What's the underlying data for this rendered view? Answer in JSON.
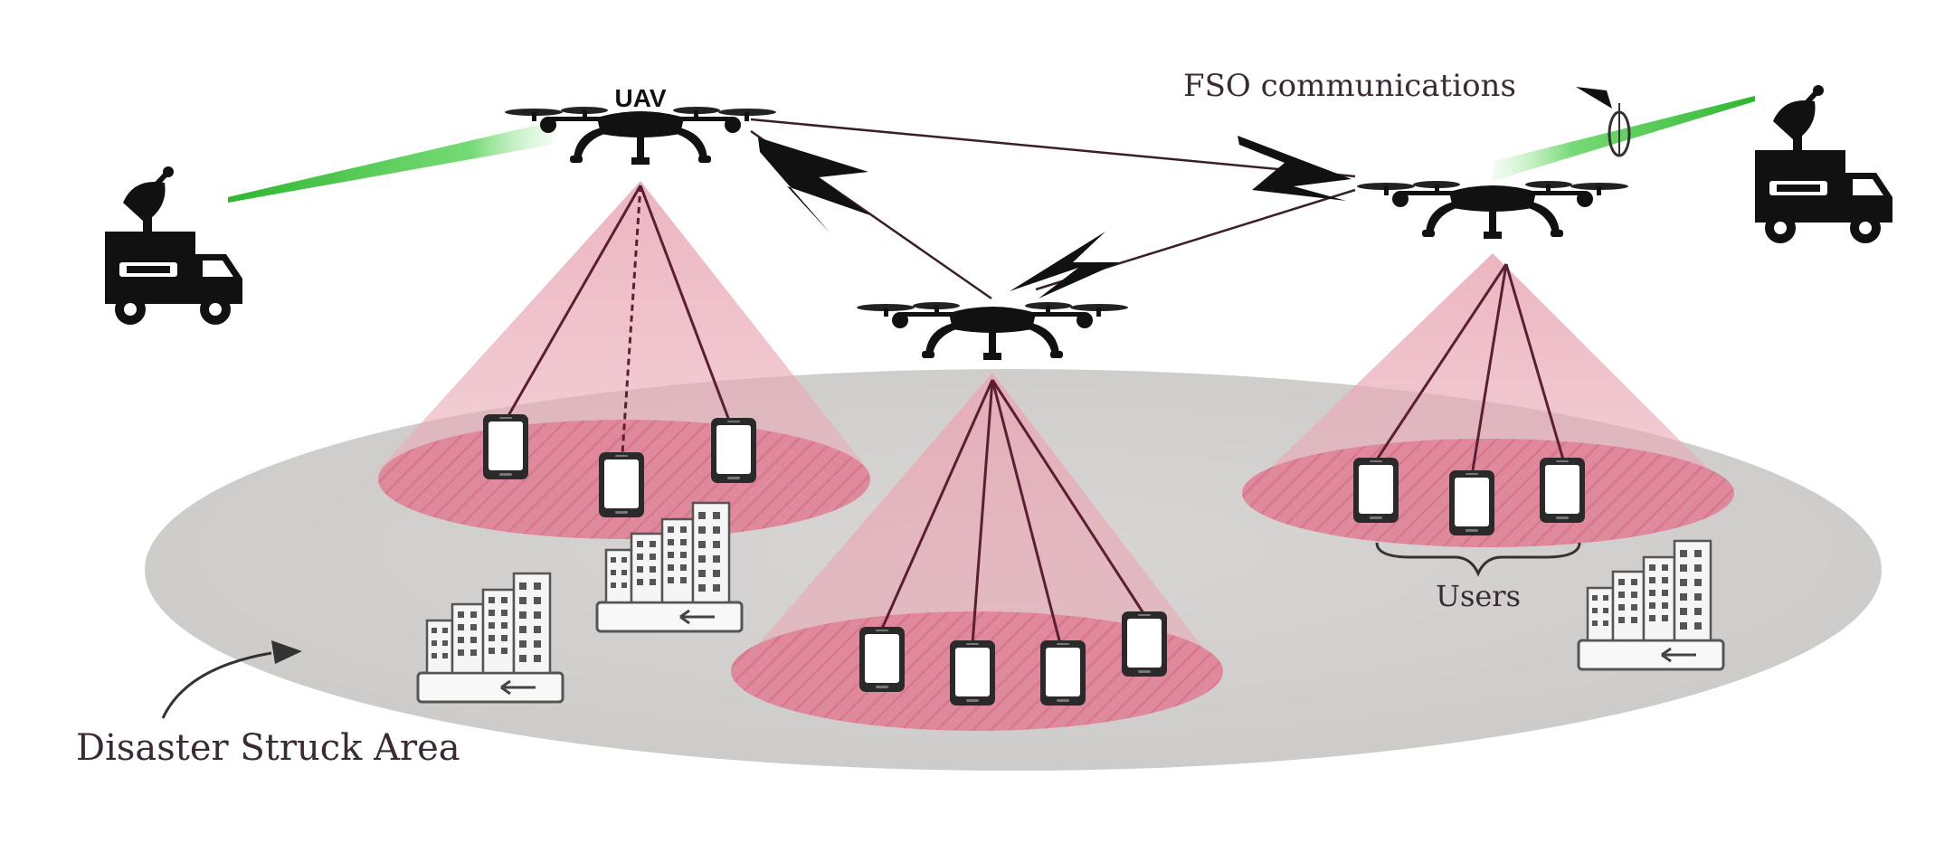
{
  "labels": {
    "uav": "UAV",
    "fso": "FSO communications",
    "users": "Users",
    "area": "Disaster Struck Area"
  },
  "colors": {
    "ground": "#d3d1cf",
    "cone": "#e8a7b4",
    "footprint": "#e0869a",
    "laser": "#3cc43c",
    "link": "#3a1f2a",
    "icon": "#111111"
  },
  "icons": {
    "uav": "quadcopter-drone-icon",
    "truck": "satellite-truck-icon",
    "phone": "mobile-phone-icon",
    "building": "city-buildings-icon",
    "lightning": "lightning-bolt-icon",
    "telescope": "optical-terminal-icon"
  }
}
